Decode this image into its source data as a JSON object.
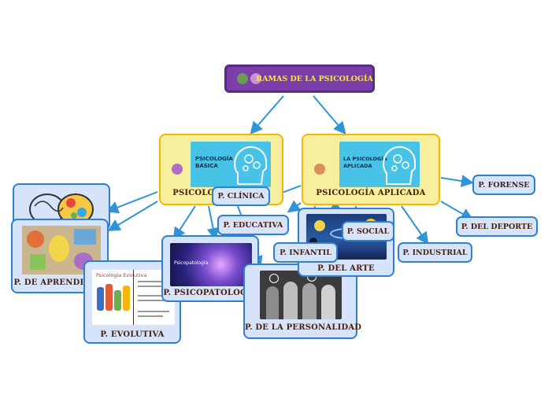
{
  "root": {
    "title": "RAMAS DE LA PSICOLOGÍA"
  },
  "basic": {
    "label": "PSICOLOGÍA BÁSICA",
    "card_line1": "PSICOLOGÍA",
    "card_line2": "BÁSICA"
  },
  "applied": {
    "label": "PSICOLOGÍA APLICADA",
    "card_line1": "LA PSICOLOGÍA",
    "card_line2": "APLICADA"
  },
  "branches": {
    "clinica": "P. CLÍNICA",
    "educativa": "P. EDUCATIVA",
    "social": "P. SOCIAL",
    "infantil": "P. INFANTIL",
    "arte": "P.  DEL ARTE",
    "industrial": "P. INDUSTRIAL",
    "forense": "P. FORENSE",
    "deporte": "P. DEL DEPORTE",
    "aprendizaje": "P. DE APRENDIZAJE",
    "psicopatologia": "P. PSICOPATOLOGÍA",
    "evolutiva": "P. EVOLUTIVA",
    "personalidad": "P. DE LA PERSONALIDAD"
  },
  "cards": {
    "psicopatologia_caption": "Psicopatología",
    "evolutiva_caption": "Psicología Evolutiva"
  },
  "colors": {
    "node_fill": "#d6e4fb",
    "node_border": "#2f7fd6",
    "main_fill": "#f7ef9c",
    "main_border": "#f2b60c",
    "root_fill": "#7a3fa8",
    "root_text": "#f7e24a",
    "label_text": "#4a1f0c"
  }
}
